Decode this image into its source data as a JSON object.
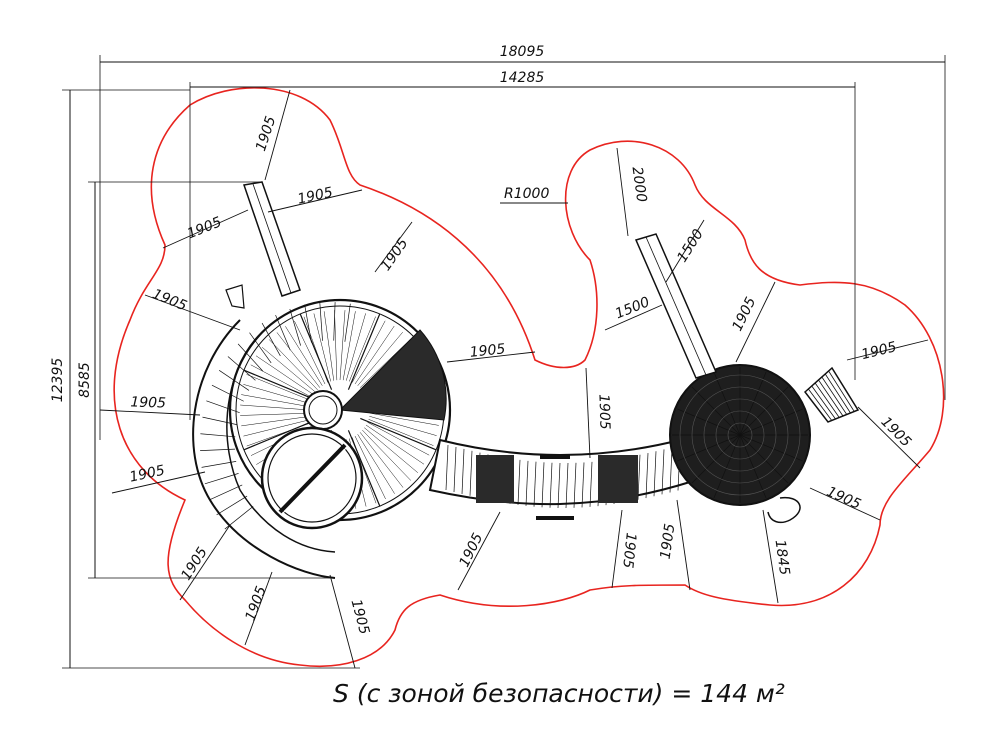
{
  "drawing": {
    "overall_width": "18095",
    "inner_width": "14285",
    "overall_height": "12395",
    "inner_height": "8585",
    "radius_label": "R1000",
    "zone_dims": {
      "tl_chute_a": "1905",
      "tl_chute_b": "1905",
      "tl_left": "1905",
      "tl_upper_right": "1905",
      "left_upper": "1905",
      "left_mid": "1905",
      "left_lower": "1905",
      "bottom_left_a": "1905",
      "bottom_left_b": "1905",
      "bottom_left_c": "1905",
      "center_right": "1905",
      "bridge_top": "1905",
      "bridge_bottom_a": "1905",
      "bridge_bottom_b": "1905",
      "right_chute_top": "2000",
      "right_chute_side": "1500",
      "right_chute_left": "1500",
      "right_upper": "1905",
      "right_far": "1905",
      "right_far_lower": "1905",
      "right_bottom_a": "1905",
      "right_bottom_b": "1905",
      "right_bottom_c": "1845"
    },
    "caption": "S (с зоной безопасности) = 144 м²",
    "colors": {
      "safety_zone": "#e8241f",
      "lines": "#111111"
    }
  }
}
